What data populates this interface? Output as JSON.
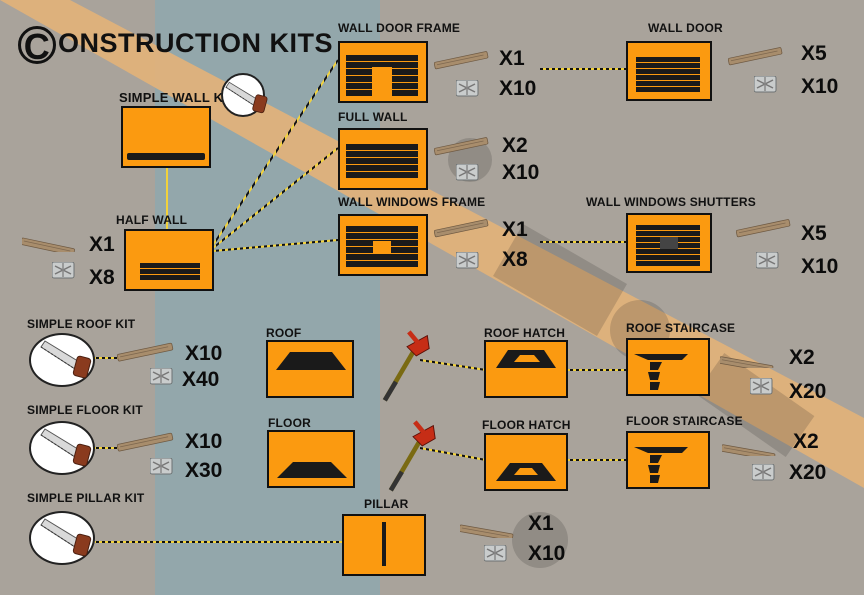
{
  "title": {
    "first_letter": "C",
    "rest": "ONSTRUCTION KITS"
  },
  "kits": {
    "simple_wall": "SIMPLE WALL KIT",
    "simple_roof": "SIMPLE ROOF KIT",
    "simple_floor": "SIMPLE FLOOR KIT",
    "simple_pillar": "SIMPLE PILLAR KIT"
  },
  "items": {
    "half_wall": {
      "label": "HALF WALL",
      "planks": "X1",
      "nails": "X8"
    },
    "wall_door_frame": {
      "label": "WALL DOOR FRAME",
      "planks": "X1",
      "nails": "X10"
    },
    "full_wall": {
      "label": "FULL WALL",
      "planks": "X2",
      "nails": "X10"
    },
    "wall_windows_frame": {
      "label": "WALL WINDOWS FRAME",
      "planks": "X1",
      "nails": "X8"
    },
    "wall_door": {
      "label": "WALL DOOR",
      "planks": "X5",
      "nails": "X10"
    },
    "wall_windows_shutters": {
      "label": "WALL WINDOWS SHUTTERS",
      "planks": "X5",
      "nails": "X10"
    },
    "roof": {
      "label": "ROOF",
      "planks": "X10",
      "nails": "X40"
    },
    "roof_hatch": {
      "label": "ROOF HATCH"
    },
    "roof_staircase": {
      "label": "ROOF STAIRCASE",
      "planks": "X2",
      "nails": "X20"
    },
    "floor": {
      "label": "FLOOR",
      "planks": "X10",
      "nails": "X30"
    },
    "floor_hatch": {
      "label": "FLOOR HATCH"
    },
    "floor_staircase": {
      "label": "FLOOR STAIRCASE",
      "planks": "X2",
      "nails": "X20"
    },
    "pillar": {
      "label": "PILLAR",
      "planks": "X1",
      "nails": "X10"
    }
  },
  "colors": {
    "box": "#fb9a10",
    "band": "#e2b27a",
    "left_strip": "#93a7ab",
    "background": "#a9a39b"
  },
  "icons": {
    "plank": "wood-plank-icon",
    "nails": "nails-icon",
    "saw": "saw-icon",
    "axe": "fire-axe-icon"
  }
}
